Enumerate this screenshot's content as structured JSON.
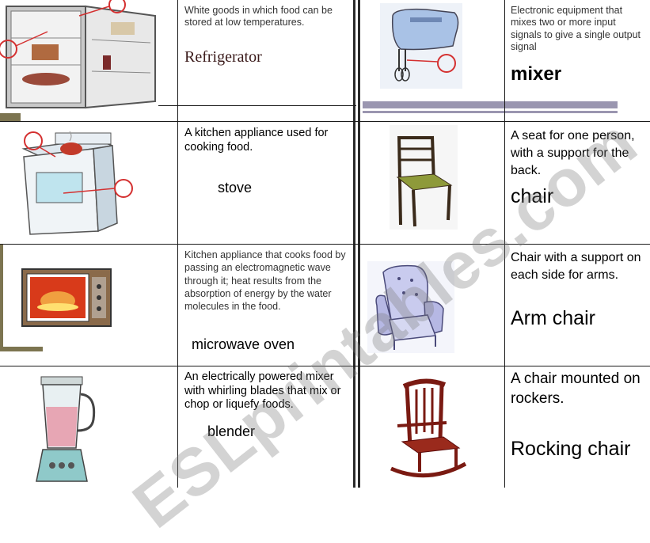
{
  "watermark": "ESLprintables.com",
  "cards": [
    {
      "definition": "White goods in which food can be stored at low temperatures.",
      "term": "Refrigerator",
      "icon": "refrigerator-icon"
    },
    {
      "definition": "Electronic equipment that mixes two or more input signals to give a single output signal",
      "term": "mixer",
      "icon": "mixer-icon"
    },
    {
      "definition": "A kitchen appliance used for cooking food.",
      "term": "stove",
      "icon": "stove-icon"
    },
    {
      "definition": "A seat for one person, with a support for the back.",
      "term": "chair",
      "icon": "chair-icon"
    },
    {
      "definition": "Kitchen appliance that cooks food by passing an electromagnetic wave through it; heat results from the absorption of energy by the water molecules in the food.",
      "term": "microwave oven",
      "icon": "microwave-icon"
    },
    {
      "definition": "Chair with a support on each side for arms.",
      "term": "Arm chair",
      "icon": "armchair-icon"
    },
    {
      "definition": "An electrically powered mixer with whirling blades that mix or chop or liquefy foods.",
      "term": "blender",
      "icon": "blender-icon"
    },
    {
      "definition": "A chair mounted on rockers.",
      "term": "Rocking chair",
      "icon": "rocking-chair-icon"
    }
  ],
  "colors": {
    "accent_bar": "#9a96b0",
    "olive_bar": "#7c7450",
    "callout": "#d43030"
  }
}
